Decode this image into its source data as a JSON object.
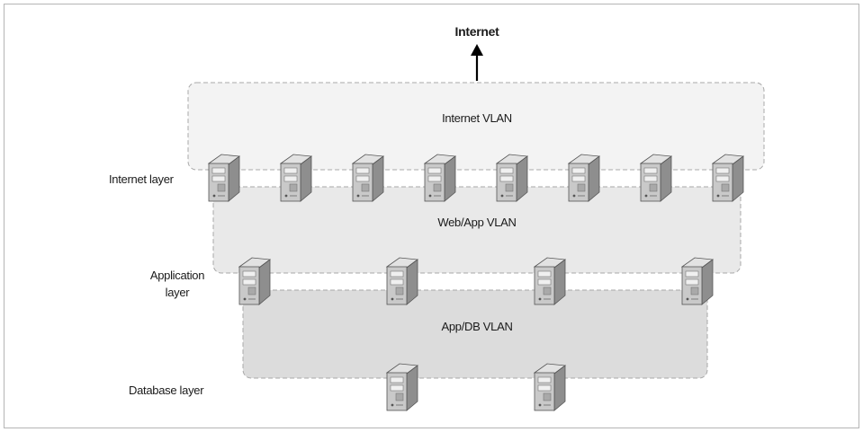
{
  "diagram": {
    "internet_label": "Internet",
    "vlans": {
      "internet": "Internet VLAN",
      "web_app": "Web/App VLAN",
      "app_db": "App/DB VLAN"
    },
    "layers": {
      "internet": "Internet layer",
      "application_line1": "Application",
      "application_line2": "layer",
      "database": "Database layer"
    },
    "server_counts": {
      "internet_layer": 8,
      "application_layer": 4,
      "database_layer": 2
    },
    "colors": {
      "internet_vlan_fill": "#f3f3f3",
      "web_app_vlan_fill": "#e9e9e9",
      "app_db_vlan_fill": "#dcdcdc",
      "vlan_border": "#a8a8a8",
      "server_front": "#c9c9c9",
      "server_side": "#8e8e8e",
      "arrow": "#000000"
    },
    "icon": "server-tower-icon"
  }
}
